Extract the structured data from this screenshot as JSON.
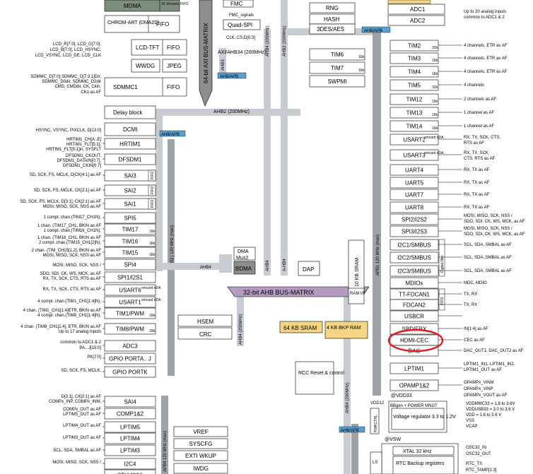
{
  "colors": {
    "line": "#000000",
    "bus": "#c7ccd2",
    "bus_dark": "#9ea3a8",
    "axi": "#8e8e8e",
    "mdma": "#7d8f7d",
    "bdma": "#8d8d8d",
    "mem_yellow": "#f6d583",
    "ahbapb": "#5aa0d2",
    "highlight": "#e01b24"
  },
  "buses": {
    "axi_matrix": "64-bit AXI BUS-MATRIX",
    "ahb32_matrix": "32-bit AHB BUS-MATRIX",
    "ahb2": "AHB2 (200MHz)",
    "axi_ahb34": "AXI/AHB34 (200MHz)",
    "ahb3": "AHB3",
    "ahb4_top": "AHB4 (200MHz)",
    "ahb4_dbl": "AHB2 (200MHz)",
    "ahb4_mid": "AHB4",
    "ahb4_mid2": "AHB4",
    "apb2": "APB2 | 120 MHz (max)",
    "apb1": "APB1 120 MHz (max)",
    "ahb4_apb4": "APB4 120 MHz (max)",
    "ahb4_low": "AHB4 (200MHz)",
    "ahb4_low2": "AHB4 (200MHz)",
    "ahb_dma": "AHB4",
    "a_hb4": "A-HB4",
    "ahb_apb_tags": [
      "AHB/APB",
      "AHB/APB",
      "AHB/APB",
      "AHB/APB"
    ]
  },
  "blocks": {
    "mdma": "MDMA",
    "mdma_fifo": "16 Streams FIFO",
    "chromart": "CHROM-ART (DMA2D)",
    "fifo": "FIFO",
    "lcdtft": "LCD-TFT",
    "wwdg": "WWDG",
    "jpeg": "JPEG",
    "sdmmc1": "SDMMC1",
    "fmc": "FMC",
    "fmc_signals": "FMC_signals",
    "quadspi": "Quad-SPI",
    "quadspi_sig": "CLK, CS,D[0:3]",
    "rng": "RNG",
    "hash": "HASH",
    "aes": "3DES/AES",
    "adc1": "ADC1",
    "adc2": "ADC2",
    "delay": "Delay block",
    "dcmi": "DCMI",
    "hrtim1": "HRTIM1",
    "dfsdm1": "DFSDM1",
    "sai3": "SAI3",
    "sai2": "SAI2",
    "sai1": "SAI1",
    "spi5": "SPI5",
    "tim17": "TIM17",
    "tim16": "TIM16",
    "tim15": "TIM15",
    "spi4": "SPI4",
    "spi1": "SPI1/I2S1",
    "usart6": "USART6",
    "usart1": "USART1",
    "tim1": "TIM1/PWM",
    "tim8": "TIM8/PWM",
    "adc3": "ADC3",
    "gpioa": "GPIO PORTA.. J",
    "gpiok": "GPIO PORTK",
    "sai4": "SAI4",
    "comp12": "COMP1&2",
    "lptim5": "LPTIM5",
    "lptim4": "LPTIM4",
    "lptim3": "LPTIM3",
    "i2c4": "I2C4",
    "spi6": "SPI6/I2S6",
    "vref": "VREF",
    "syscfg": "SYSCFG",
    "exti": "EXTI WKUP",
    "iwdg": "IWDG",
    "hsem": "HSEM",
    "crc": "CRC",
    "dma": "DMA",
    "mux2": "Mux2",
    "bdma": "BDMA",
    "dap": "DAP",
    "sram64": "64 KB SRAM",
    "bkp": "4 KB BKP RAM",
    "rcc": "RCC Reset & control",
    "sram10": "10 KB SRAM",
    "ramif": "RAM I/F",
    "tim6": "TIM6",
    "tim7": "TIM7",
    "swpmi": "SWPMI",
    "tim2": "TIM2",
    "tim3": "TIM3",
    "tim4": "TIM4",
    "tim5": "TIM5",
    "tim12": "TIM12",
    "tim13": "TIM13",
    "tim14": "TIM14",
    "usart2": "USART2",
    "usart3": "USART3",
    "uart4": "UART4",
    "uart5": "UART5",
    "uart7": "UART7",
    "uart8": "UART8",
    "spi2": "SPI2/I2S2",
    "spi3": "SPI3/I2S3",
    "i2c1": "I2C1/SMBUS",
    "i2c2": "I2C2/SMBUS",
    "i2c3": "I2C3/SMBUS",
    "mdios": "MDIOs",
    "ttfdcan1": "TT-FDCAN1",
    "fdcan2": "FDCAN2",
    "usbcr": "USBCR",
    "spdif": "SPDIFRX",
    "hdmicec": "HDMI-CEC",
    "dac": "DAC",
    "lptim1": "LPTIM1",
    "opamp": "OPAMP1&2",
    "vreg": "Voltage regulator 3.3 to 1.2V",
    "bbgen": "BBgen + POWER MNGT",
    "vdd12": "VDD12",
    "pwrctrl": "PWRCTRL",
    "xtal": "XTAL 32 kHz",
    "rtc": "RTC Backup registers",
    "ls": "LS",
    "vdd33": "@VDD33",
    "vsw": "@VSW",
    "sram_label": "SRAM"
  },
  "small_tags": {
    "b16": "16b",
    "b32": "32b",
    "smcard": "smcard irDA",
    "fifo": "FIFO",
    "digital_filter": "Digital filter",
    "fifo_v": "FIFO"
  },
  "left_signals": [
    "LCD_R[7:0], LCD_G[7:0],",
    "LCD_B[7:0], LCD_HSYNC,",
    "LCD_VSYNC, LCD_DE, LCD_CLK",
    "SDMMC_D[7:0],SDMMC_D[7:3,1]Dir,",
    "SDMMC_D0dir, SDMMC_D2dir",
    "CMD, CMDdir, CK, Ckin,",
    "CKo as AF",
    "HSYNC, VSYNC, PIXCLK, D[13:0]",
    "HRTIM1_CH[A..E]",
    "HRTIM1_FLT[5:1],",
    "HRTIM1_FLT[5:1]in, SYSFLT",
    "DFSDM1_CKOUT,",
    "DFSDM1_DATAIN[0:7],",
    "DFSDM1_CKIN[0:7]",
    "SD, SCK, FS, MCLK, D[CK[4:1] as AF",
    "SD, SCK, FS, MCLK, CK[2:1] as AF",
    "SD, SCK, FS, MCLK, D[3:1], CK[2:1] as AF",
    "MOSI, MISO, SCK, NSS as AF",
    "1 compl. chan.(TIM17_CH1N),",
    "1 chan. (TIM17_CH1, BKIN as AF",
    "1 compl. chan.(TIM16_CH1N),",
    "1 chan. (TIM16_CH1, BKIN as AF",
    "2 compl. chan.(TIM15_CH1[2]N),",
    "2 chan. (TIM_CH15[1,2], BKIN as AF",
    "MOSI, MISO, SCK, NSS as AF",
    "MOSI, MISO, SCK, NSS /",
    "SDO, SDI, CK, WS, MCK, as AF",
    "RX, TX, SCK, CTS, RTS as AF",
    "RX, TX, SCK, CTS, RTS as AF",
    "4 compl. chan.(TIM1_CH1[1:4]N),",
    "4 chan. (TIM1_CH1[1:4]ETR, BKIN as AF",
    "4 compl. chan.(TIM8_CH1[1:4]N),",
    "4 chan. (TIM8_CH1[1:4], ETR, BKIN as AF",
    "Up to 17 analog inputs",
    "common to ADC1 & 2",
    "PA...J[15:0]",
    "PK[7:0]",
    "SD, SCK, FS, MCLK,",
    "D[3:1], CK[2:1] as AF",
    "COMPx_INP, COMPx_INM,",
    "COMPx_OUT as AF",
    "LPTIM5_OUT as AF",
    "LPTIM4_OUT as AF",
    "LPTIM3_OUT as AF",
    "SCL, SDA, SMBAL as AF",
    "MOSI, MISO, SCK, NSS /"
  ],
  "right_signals": [
    "Up to 20 analog inputs",
    "common to ADC1 & 2",
    "4 channels, ETR as AF",
    "4 channels, ETR as AF",
    "4 channels, ETR as AF",
    "4 channels",
    "2 channels as AF",
    "1 channel as AF",
    "1 channel as AF",
    "RX, TX, SCK, CTS,",
    "RTS as AF",
    "RX, TX, SCK",
    "CTS, RTS as AF",
    "RX, TX as AF",
    "RX, TX as AF",
    "RX, TX as AF",
    "RX, TX as AF",
    "MOSI, MISO, SCK, NSS /",
    "SDO, SDI, CK, WS, MCK, as AF",
    "MOSI, MISO, SCK, NSS /",
    "SDO, SDI, CK, WS, MCK, as AF",
    "SCL, SDA, SMBAL as AF",
    "SCL, SDA, SMBAL as AF",
    "SCL, SDA, SMBAL as AF",
    "MDC, MDIO",
    "TX, RX",
    "TX, RX",
    "IN[1:4] as AF",
    "CEC as AF",
    "DAC_OUT1, DAC_OUT2 as AF",
    "LPTIM1_IN1, LPTIM1_IN2,",
    "LPTIM1_OUT as AF",
    "OPAMPx_VINM",
    "OPAMPx_VINP",
    "OPAMPx_VOUT as AF",
    "VDDMMC33 = 1.8 to 3.6V",
    "VDDUSB33 = 3.0 to 3.6 V",
    "VDD = 1.8 to 3.6 V",
    "VSS",
    "VCAP",
    "OSC32_IN",
    "OSC32_OUT",
    "RTC_TS",
    "RTC_TAMP[1:3]"
  ]
}
